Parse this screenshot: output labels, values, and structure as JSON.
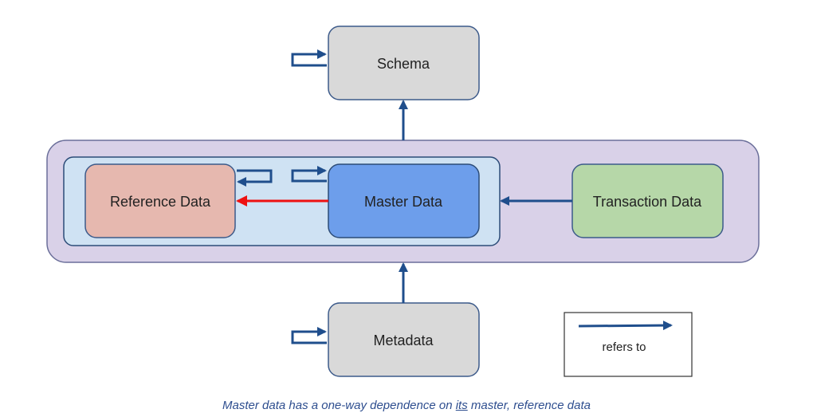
{
  "nodes": {
    "schema": "Schema",
    "reference_data": "Reference Data",
    "master_data": "Master Data",
    "transaction_data": "Transaction Data",
    "metadata": "Metadata"
  },
  "legend": {
    "label": "refers to"
  },
  "caption": {
    "before": "Master data has a one-way dependence on ",
    "underlined": "its",
    "after": " master, reference data"
  },
  "colors": {
    "arrow": "#1f4e8c",
    "highlight_arrow": "#ee1111",
    "outer_group_fill": "#d9d1e8",
    "inner_group_fill": "#cfe2f3",
    "gray_node_fill": "#d9d9d9",
    "reference_fill": "#e6b8af",
    "master_fill": "#6d9eeb",
    "transaction_fill": "#b6d7a8",
    "caption": "#2e4e8f"
  }
}
